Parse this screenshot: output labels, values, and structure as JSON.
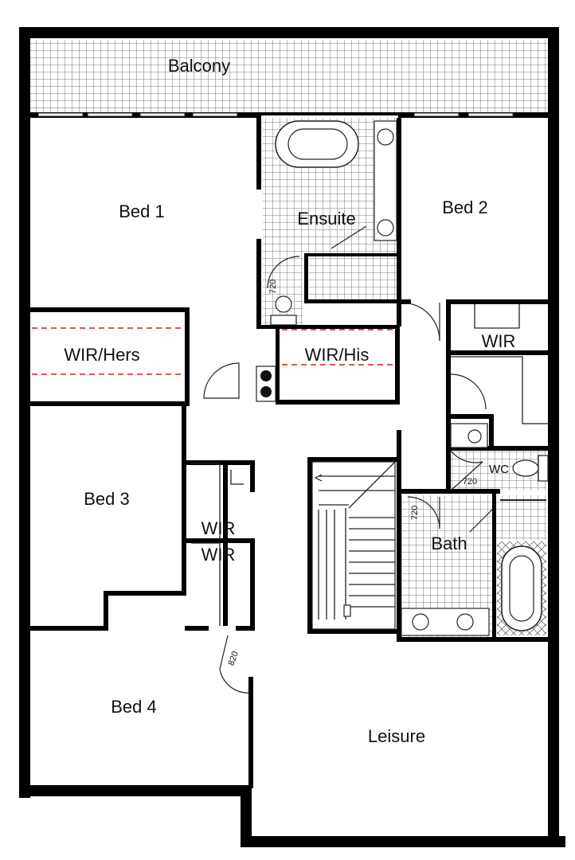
{
  "rooms": {
    "balcony": "Balcony",
    "bed1": "Bed 1",
    "ensuite": "Ensuite",
    "bed2": "Bed 2",
    "wir_hers": "WIR/Hers",
    "wir_his": "WIR/His",
    "wir_bed2": "WIR",
    "bed3": "Bed 3",
    "wir_bed3_a": "WIR",
    "wir_bed3_b": "WIR",
    "wc": "WC",
    "bath": "Bath",
    "bed4": "Bed 4",
    "leisure": "Leisure"
  },
  "door_widths": {
    "ensuite_wc": "720",
    "wc": "720",
    "bath": "720",
    "bed4": "820"
  },
  "colors": {
    "walls": "#000000",
    "wardrobe_lines": "#d62020",
    "tiles": "#555555"
  }
}
